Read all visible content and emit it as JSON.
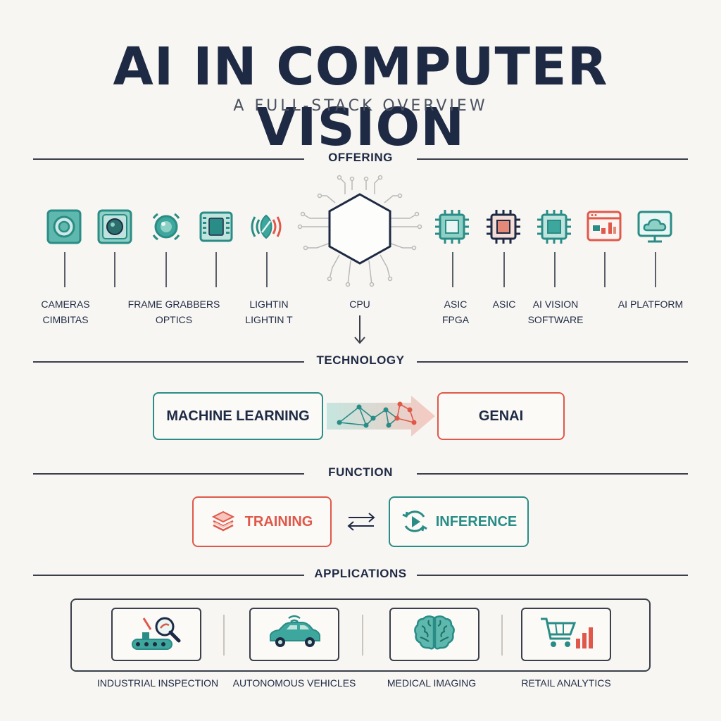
{
  "header": {
    "title": "AI IN COMPUTER VISION",
    "subtitle": "A FULL-STACK OVERVIEW"
  },
  "sections": {
    "offering": "OFFERING",
    "technology": "TECHNOLOGY",
    "function": "FUNCTION",
    "applications": "APPLICATIONS"
  },
  "offering": {
    "labels": {
      "cameras": [
        "CAMERAS",
        "CIMBITAS"
      ],
      "frame_grabbers": [
        "FRAME GRABBERS",
        "OPTICS"
      ],
      "lighting": [
        "LIGHTIN",
        "LIGHTIN T"
      ],
      "cpu": [
        "CPU"
      ],
      "asic_fpga": [
        "ASIC",
        "FPGA"
      ],
      "asic": [
        "ASIC"
      ],
      "ai_vision": [
        "AI VISION",
        "SOFTWARE"
      ],
      "ai_platform": [
        "AI PLATFORM"
      ]
    },
    "icons": [
      "camera-icon",
      "sensor-icon",
      "lens-icon",
      "frame-grabber-icon",
      "lighting-icon",
      "cpu-hexagon-icon",
      "chip-icon",
      "chip-icon",
      "chip-icon",
      "dashboard-icon",
      "cloud-platform-icon"
    ]
  },
  "technology": {
    "left": "MACHINE LEARNING",
    "right": "GENAI"
  },
  "function": {
    "left": "TRAINING",
    "right": "INFERENCE"
  },
  "applications": [
    {
      "label": "INDUSTRIAL INSPECTION",
      "icon": "inspection-icon"
    },
    {
      "label": "AUTONOMOUS VEHICLES",
      "icon": "car-icon"
    },
    {
      "label": "MEDICAL IMAGING",
      "icon": "brain-icon"
    },
    {
      "label": "RETAIL ANALYTICS",
      "icon": "cart-chart-icon"
    }
  ],
  "colors": {
    "navy": "#1e2a44",
    "teal": "#2a8c86",
    "coral": "#e0584a",
    "background": "#f8f6f2"
  }
}
